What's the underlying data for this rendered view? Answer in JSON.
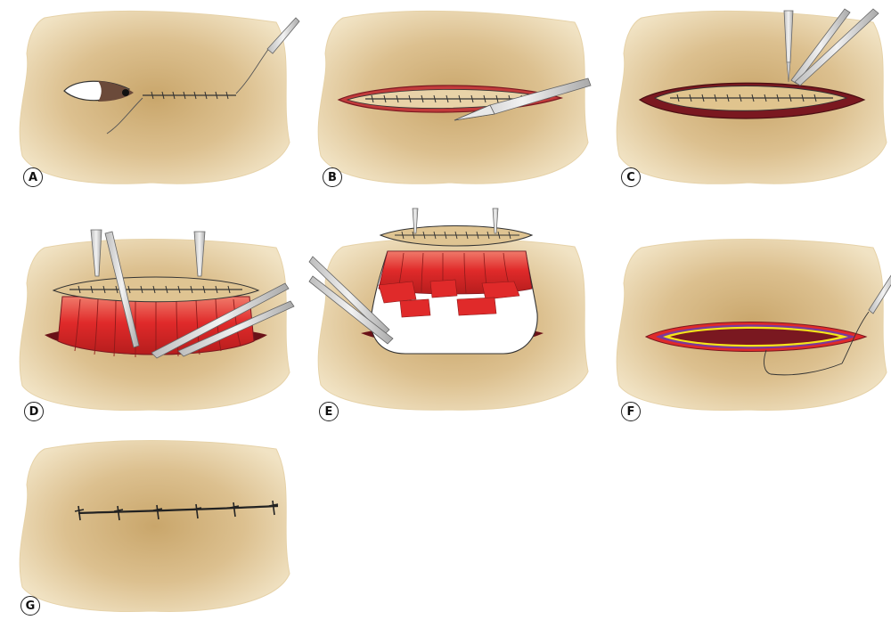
{
  "panels": [
    {
      "id": "A",
      "label": "A"
    },
    {
      "id": "B",
      "label": "B"
    },
    {
      "id": "C",
      "label": "C"
    },
    {
      "id": "D",
      "label": "D"
    },
    {
      "id": "E",
      "label": "E"
    },
    {
      "id": "F",
      "label": "F"
    },
    {
      "id": "G",
      "label": "G"
    }
  ],
  "colors": {
    "skin_light": "#efdcb6",
    "skin_dark": "#c9a66b",
    "tissue_red": "#e02a2a",
    "tissue_dark": "#9e1b1b",
    "wound_maroon": "#7a1820",
    "suture_yellow": "#f5e61a",
    "suture_purple": "#7a3a9a",
    "instrument": "#d8d8d8",
    "outline": "#333333"
  }
}
